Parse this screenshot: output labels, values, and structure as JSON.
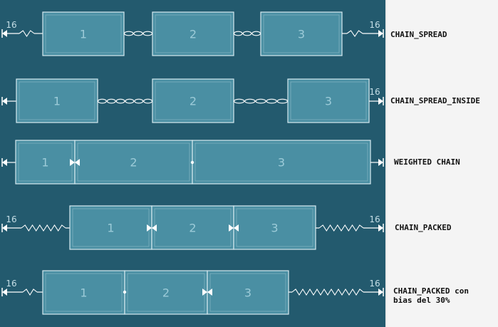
{
  "colors": {
    "canvas_bg": "#235a6e",
    "box_fill": "#4a8fa3",
    "box_border": "#d6eaf0",
    "box_text": "#9ccbd8",
    "connector": "#ffffff",
    "margin_label": "#c5dee6",
    "panel_bg": "#f4f4f4",
    "label_text": "#111111"
  },
  "rows": [
    {
      "id": "spread",
      "label": "CHAIN_SPREAD",
      "boxes": [
        "1",
        "2",
        "3"
      ],
      "left_margin": "16",
      "right_margin": "16"
    },
    {
      "id": "spread-inside",
      "label": "CHAIN_SPREAD_INSIDE",
      "boxes": [
        "1",
        "2",
        "3"
      ],
      "left_margin": "",
      "right_margin": "16"
    },
    {
      "id": "weighted",
      "label": "WEIGHTED CHAIN",
      "boxes": [
        "1",
        "2",
        "3"
      ],
      "left_margin": "",
      "right_margin": ""
    },
    {
      "id": "packed",
      "label": "CHAIN_PACKED",
      "boxes": [
        "1",
        "2",
        "3"
      ],
      "left_margin": "16",
      "right_margin": "16"
    },
    {
      "id": "packed-bias",
      "label": "CHAIN_PACKED con\nbias del 30%",
      "boxes": [
        "1",
        "2",
        "3"
      ],
      "left_margin": "16",
      "right_margin": "16"
    }
  ]
}
